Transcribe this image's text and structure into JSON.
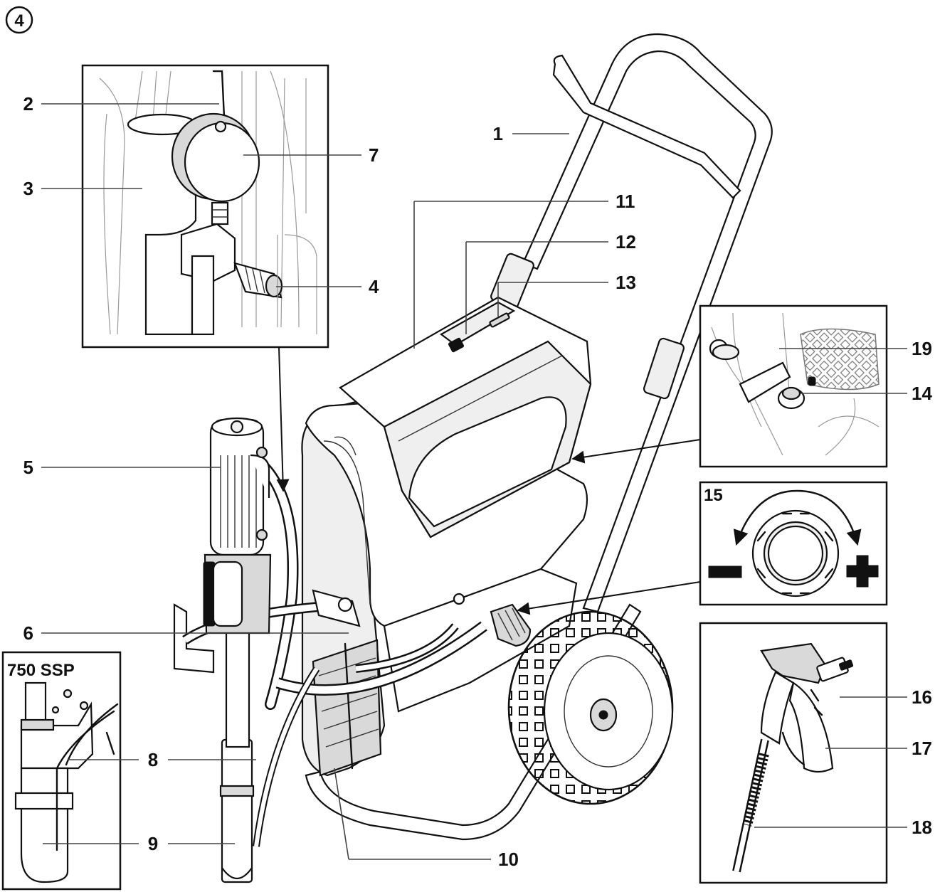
{
  "figure_number": "4",
  "model_label": "750 SSP",
  "part_numbers": [
    "1",
    "2",
    "3",
    "4",
    "5",
    "6",
    "7",
    "8",
    "9",
    "10",
    "11",
    "12",
    "13",
    "14",
    "15",
    "16",
    "17",
    "18",
    "19"
  ],
  "pressure_symbols": {
    "decrease": "−",
    "increase": "+"
  },
  "icons": [
    "pressure-gauge-icon",
    "pressure-control-knob-icon",
    "spray-gun-icon",
    "wheel-icon",
    "cart-handle-icon",
    "direction-arrow-icon"
  ]
}
